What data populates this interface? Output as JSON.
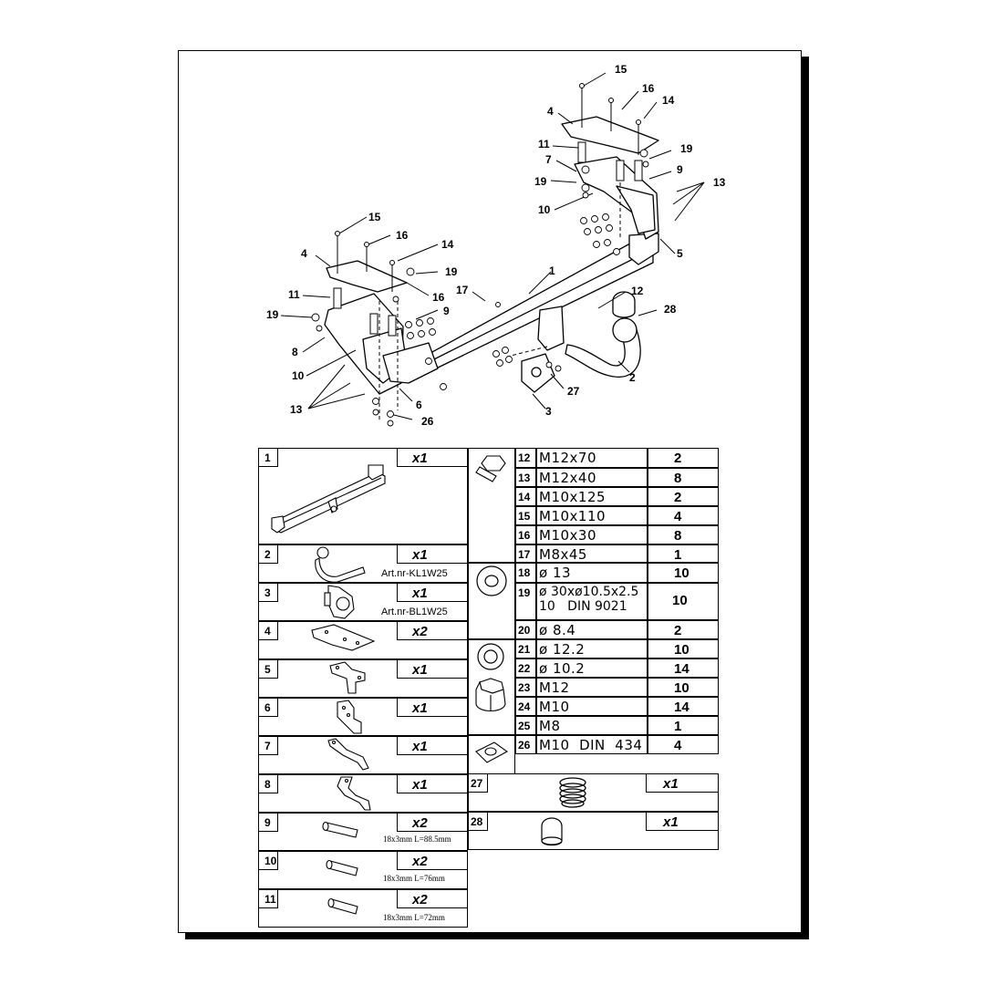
{
  "diagram": {
    "callouts": [
      "15",
      "16",
      "14",
      "4",
      "11",
      "19",
      "7",
      "9",
      "13",
      "19",
      "10",
      "5",
      "15",
      "16",
      "14",
      "4",
      "19",
      "11",
      "16",
      "19",
      "9",
      "8",
      "10",
      "13",
      "6",
      "26",
      "1",
      "17",
      "12",
      "28",
      "2",
      "27",
      "3"
    ]
  },
  "left_parts": [
    {
      "no": "1",
      "qty": "x1"
    },
    {
      "no": "2",
      "qty": "x1",
      "art": "Art.nr-KL1W25"
    },
    {
      "no": "3",
      "qty": "x1",
      "art": "Art.nr-BL1W25"
    },
    {
      "no": "4",
      "qty": "x2"
    },
    {
      "no": "5",
      "qty": "x1"
    },
    {
      "no": "6",
      "qty": "x1"
    },
    {
      "no": "7",
      "qty": "x1"
    },
    {
      "no": "8",
      "qty": "x1"
    },
    {
      "no": "9",
      "qty": "x2",
      "dim": "18x3mm L=88.5mm"
    },
    {
      "no": "10",
      "qty": "x2",
      "dim": "18x3mm L=76mm"
    },
    {
      "no": "11",
      "qty": "x2",
      "dim": "18x3mm L=72mm"
    }
  ],
  "hardware": [
    {
      "no": "12",
      "spec": "M12x70",
      "count": "2"
    },
    {
      "no": "13",
      "spec": "M12x40",
      "count": "8"
    },
    {
      "no": "14",
      "spec": "M10x125",
      "count": "2"
    },
    {
      "no": "15",
      "spec": "M10x110",
      "count": "4"
    },
    {
      "no": "16",
      "spec": "M10x30",
      "count": "8"
    },
    {
      "no": "17",
      "spec": "M8x45",
      "count": "1"
    },
    {
      "no": "18",
      "spec": "ø 13",
      "count": "10"
    },
    {
      "no": "19",
      "spec": "ø 30xø10.5x2.5",
      "spec2": "10   DIN 9021",
      "count": "10"
    },
    {
      "no": "20",
      "spec": "ø 8.4",
      "count": "2"
    },
    {
      "no": "21",
      "spec": "ø 12.2",
      "count": "10"
    },
    {
      "no": "22",
      "spec": "ø 10.2",
      "count": "14"
    },
    {
      "no": "23",
      "spec": "M12",
      "count": "10"
    },
    {
      "no": "24",
      "spec": "M10",
      "count": "14"
    },
    {
      "no": "25",
      "spec": "M8",
      "count": "1"
    },
    {
      "no": "26",
      "spec": "M10  DIN  434",
      "count": "4"
    }
  ],
  "extra_parts": [
    {
      "no": "27",
      "qty": "x1"
    },
    {
      "no": "28",
      "qty": "x1"
    }
  ]
}
